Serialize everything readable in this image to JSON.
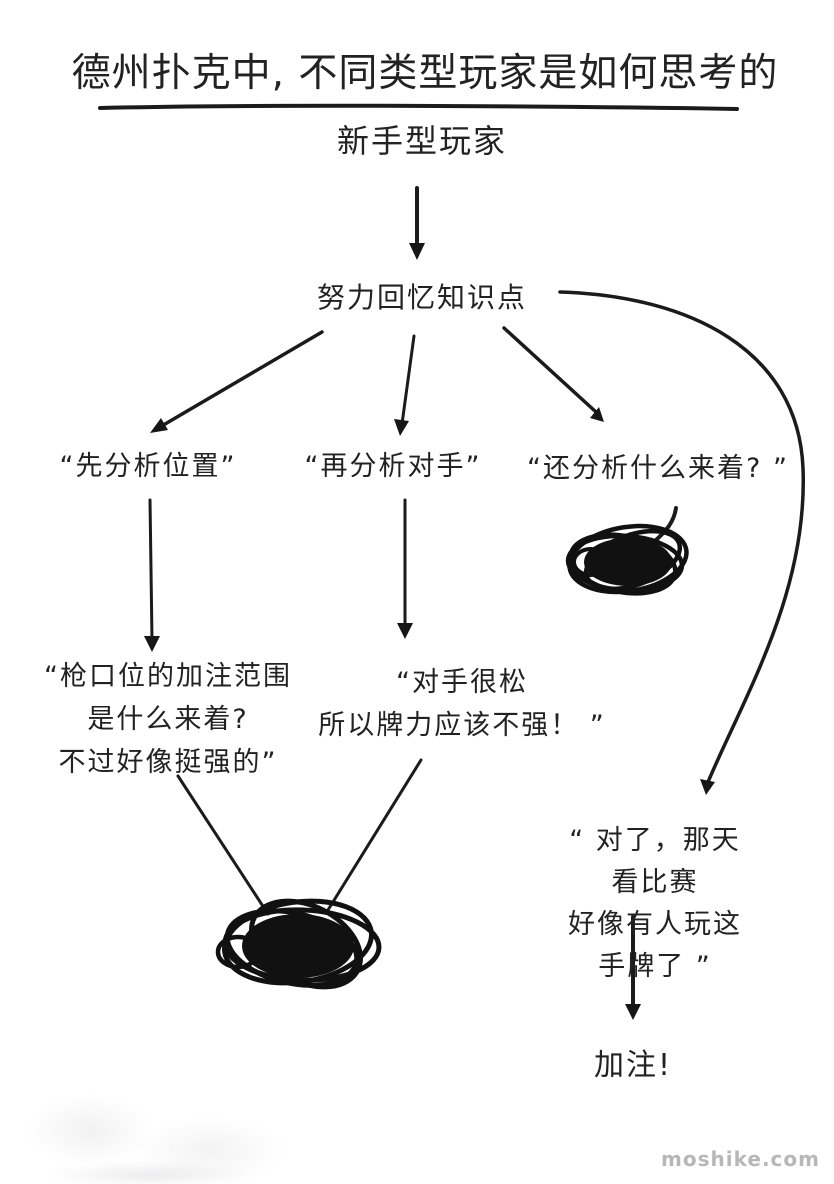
{
  "page": {
    "title": "德州扑克中, 不同类型玩家是如何思考的",
    "subtitle": "新手型玩家",
    "watermark": "moshike.com",
    "ink_color": "#1c1c1c",
    "watermark_color": "#b7b7b7",
    "background_color": "#ffffff"
  },
  "icons": {
    "small_scribble": "ink-scribble-blob",
    "large_scribble": "ink-scribble-blob"
  },
  "flowchart": {
    "root_label": "努力回忆知识点",
    "branches": [
      {
        "label": "“先分析位置”",
        "thought_lines": [
          "“枪口位的加注范围",
          "是什么来着?",
          "不过好像挺强的”"
        ],
        "outcome": "scribble"
      },
      {
        "label": "“再分析对手”",
        "thought_lines": [
          "“对手很松",
          "所以牌力应该不强！ ”"
        ],
        "outcome": "scribble"
      },
      {
        "label": "“还分析什么来着? ”",
        "outcome": "scribble"
      }
    ],
    "memory_thought_lines": [
      "“ 对了，那天看比赛",
      "好像有人玩这手牌了 ”"
    ],
    "final_action": "加注!"
  }
}
